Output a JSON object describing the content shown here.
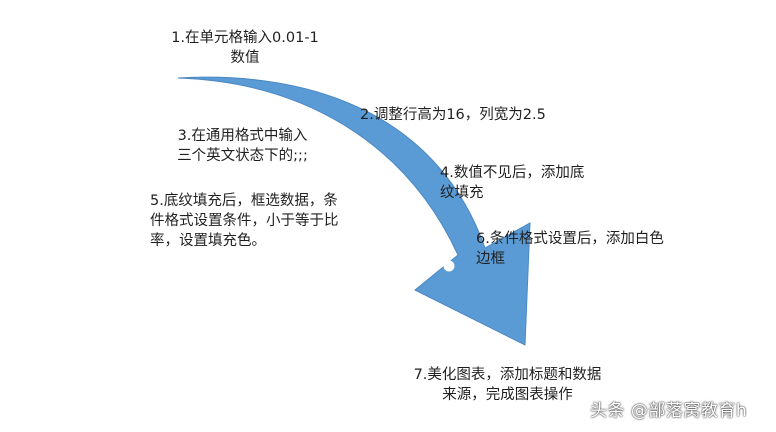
{
  "steps": [
    {
      "number": "1",
      "lines": [
        "1.在单元格输入0.01-1",
        "数值"
      ]
    },
    {
      "number": "2",
      "lines": [
        "2.调整行高为16，列宽为2.5"
      ]
    },
    {
      "number": "3",
      "lines": [
        "3.在通用格式中输入",
        "三个英文状态下的;;;"
      ]
    },
    {
      "number": "4",
      "lines": [
        "4.数值不见后，添加底",
        "纹填充"
      ]
    },
    {
      "number": "5",
      "lines": [
        "5.底纹填充后，框选数据，条",
        "件格式设置条件，小于等于比",
        "率，设置填充色。"
      ]
    },
    {
      "number": "6",
      "lines": [
        "6.条件格式设置后，添加白色",
        "边框"
      ]
    },
    {
      "number": "7",
      "lines": [
        "7.美化图表，添加标题和数据",
        "来源，完成图表操作"
      ]
    }
  ],
  "watermark": "头条 @部落窝教育h",
  "colors": {
    "arrow": "#5B9BD5",
    "dot": "#ffffff",
    "text": "#1f1f1f"
  }
}
